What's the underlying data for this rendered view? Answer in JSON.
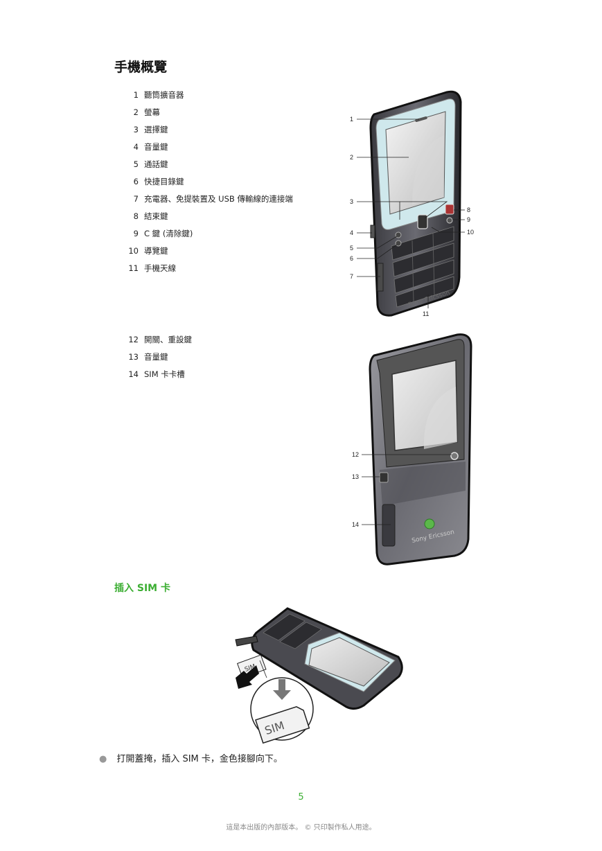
{
  "title": "手機概覽",
  "parts_front": [
    {
      "num": "1",
      "label": "聽筒擴音器"
    },
    {
      "num": "2",
      "label": "螢幕"
    },
    {
      "num": "3",
      "label": "選擇鍵"
    },
    {
      "num": "4",
      "label": "音量鍵"
    },
    {
      "num": "5",
      "label": "通話鍵"
    },
    {
      "num": "6",
      "label": "快捷目錄鍵"
    },
    {
      "num": "7",
      "label": "充電器、免提裝置及 USB 傳輸線的連接端"
    },
    {
      "num": "8",
      "label": "結束鍵"
    },
    {
      "num": "9",
      "label": "C 鍵 (清除鍵)"
    },
    {
      "num": "10",
      "label": "導覽鍵"
    },
    {
      "num": "11",
      "label": "手機天線"
    }
  ],
  "parts_back": [
    {
      "num": "12",
      "label": "開關、重設鍵"
    },
    {
      "num": "13",
      "label": "音量鍵"
    },
    {
      "num": "14",
      "label": "SIM 卡卡槽"
    }
  ],
  "front_callouts": {
    "c1": "1",
    "c2": "2",
    "c3": "3",
    "c4": "4",
    "c5": "5",
    "c6": "6",
    "c7": "7",
    "c8": "8",
    "c9": "9",
    "c10": "10",
    "c11": "11"
  },
  "back_callouts": {
    "c12": "12",
    "c13": "13",
    "c14": "14"
  },
  "brand_text": "Sony Ericsson",
  "sim_label": "SIM",
  "section_sim": "插入 SIM 卡",
  "instruction": "打開蓋掩，插入 SIM 卡，金色接腳向下。",
  "page_number": "5",
  "footer": "這是本出版的內部版本。 © 只印製作私人用途。"
}
